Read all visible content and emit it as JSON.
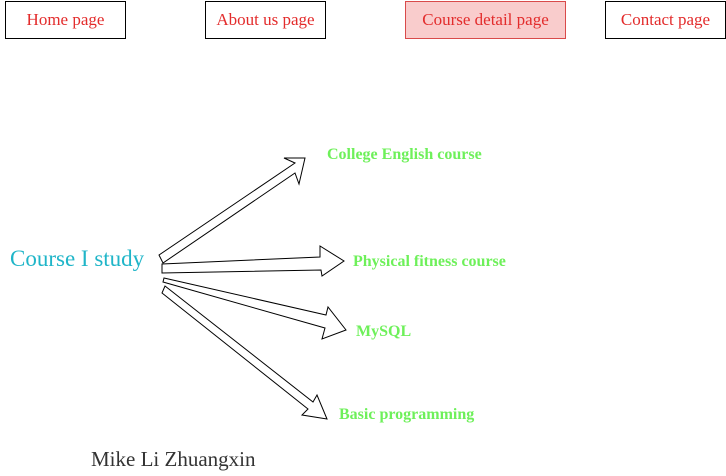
{
  "nav": {
    "items": [
      {
        "label": "Home page"
      },
      {
        "label": "About us page"
      },
      {
        "label": "Course detail page"
      },
      {
        "label": "Contact page"
      }
    ],
    "active": "Course detail page"
  },
  "main": {
    "center_label": "Course I study",
    "courses": [
      {
        "label": "College English course"
      },
      {
        "label": "Physical fitness course"
      },
      {
        "label": "MySQL"
      },
      {
        "label": "Basic programming"
      }
    ]
  },
  "footer": {
    "author": "Mike Li Zhuangxin"
  },
  "colors": {
    "nav_text": "#e32c2c",
    "nav_active_bg": "#f9cccc",
    "center_label": "#1fb5c8",
    "course_label": "#6ef05a",
    "author_text": "#333333"
  }
}
